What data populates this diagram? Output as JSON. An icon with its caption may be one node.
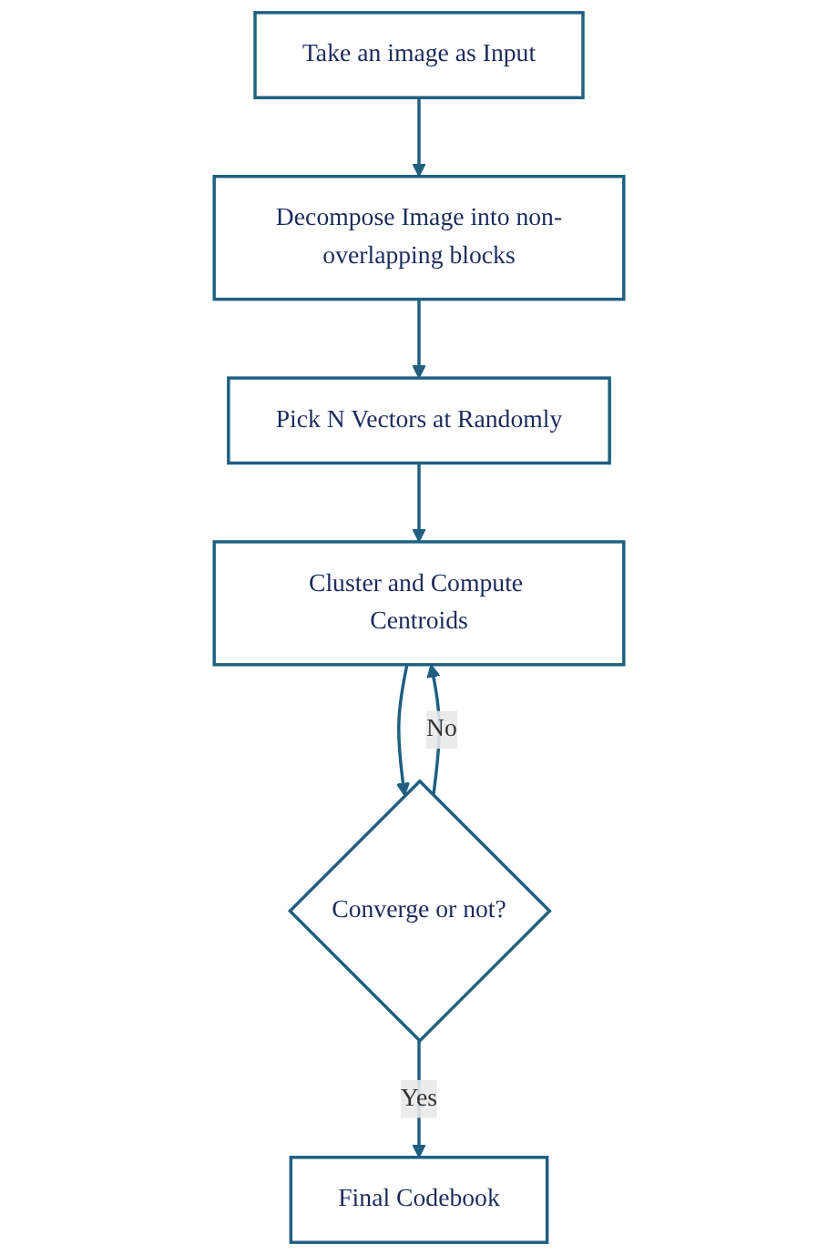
{
  "diagram": {
    "nodes": [
      {
        "text": [
          "Take an image as Input"
        ]
      },
      {
        "text": [
          "Decompose Image into non-overlapping blocks"
        ]
      },
      {
        "text": [
          "Pick N Vectors at Randomly"
        ]
      },
      {
        "text": [
          "Cluster and Compute Centroids"
        ]
      },
      {
        "text": [
          "Converge or not?"
        ]
      },
      {
        "text": [
          "Final Codebook"
        ]
      }
    ],
    "edges": [
      {
        "from": 0,
        "to": 1,
        "arrow": "to"
      },
      {
        "from": 1,
        "to": 2,
        "arrow": "to"
      },
      {
        "from": 2,
        "to": 3,
        "arrow": "to"
      },
      {
        "from": 3,
        "to": 4,
        "arrow": "to"
      },
      {
        "from": 4,
        "to": 3,
        "arrow": "to",
        "label": "No"
      },
      {
        "from": 4,
        "to": 5,
        "arrow": "to",
        "label": "Yes"
      }
    ]
  }
}
